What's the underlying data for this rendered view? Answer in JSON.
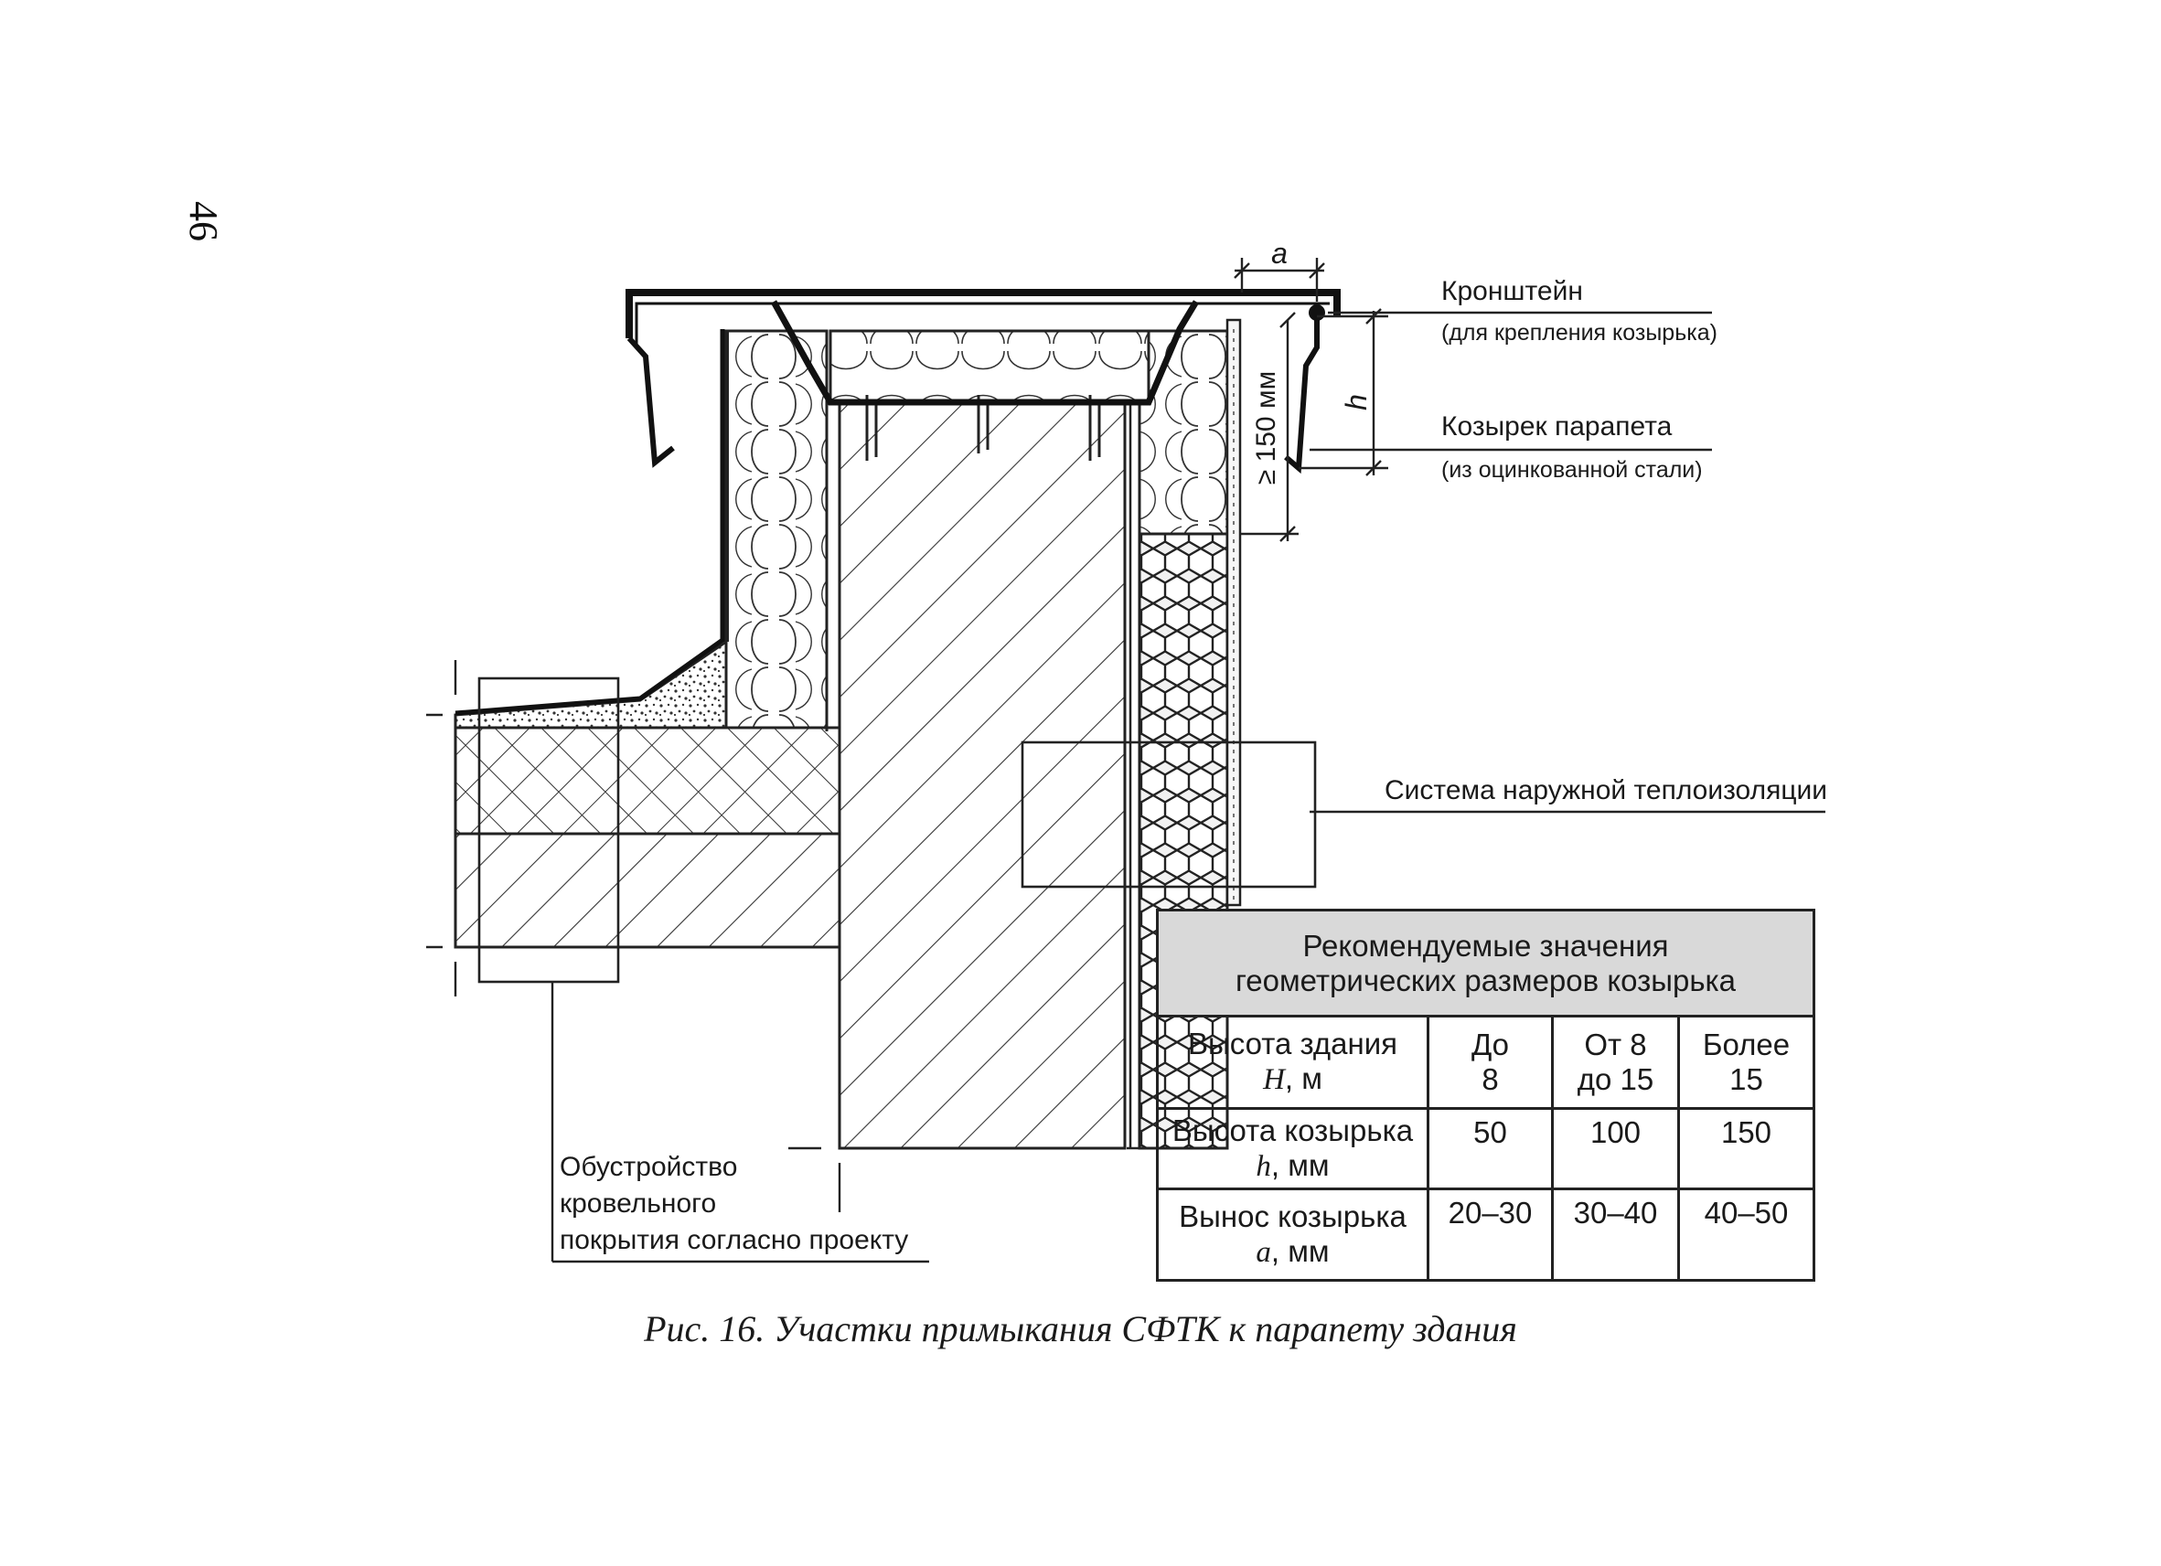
{
  "page_number": "46",
  "caption": "Рис. 16. Участки примыкания СФТК к парапету здания",
  "labels": {
    "bracket": "Кронштейн",
    "bracket_note": "(для крепления козырька)",
    "canopy": "Козырек парапета",
    "canopy_note": "(из оцинкованной стали)",
    "insulation_system": "Система наружной теплоизоляции",
    "roofing_line1": "Обустройство",
    "roofing_line2": "кровельного",
    "roofing_line3": "покрытия согласно проекту",
    "dim_a": "a",
    "dim_h": "h",
    "dim_150": "≥ 150 мм"
  },
  "table": {
    "title_line1": "Рекомендуемые значения",
    "title_line2": "геометрических размеров козырька",
    "header": {
      "param_line1": "Высота здания",
      "param_sym": "H",
      "param_unit": ", м",
      "col1_line1": "До",
      "col1_line2": "8",
      "col2_line1": "От 8",
      "col2_line2": "до 15",
      "col3_line1": "Более",
      "col3_line2": "15"
    },
    "rows": [
      {
        "line1": "Высота козырька",
        "sym": "h",
        "unit": ", мм",
        "v1": "50",
        "v2": "100",
        "v3": "150"
      },
      {
        "line1": "Вынос козырька",
        "sym": "a",
        "unit": ", мм",
        "v1": "20–30",
        "v2": "30–40",
        "v3": "40–50"
      }
    ]
  }
}
